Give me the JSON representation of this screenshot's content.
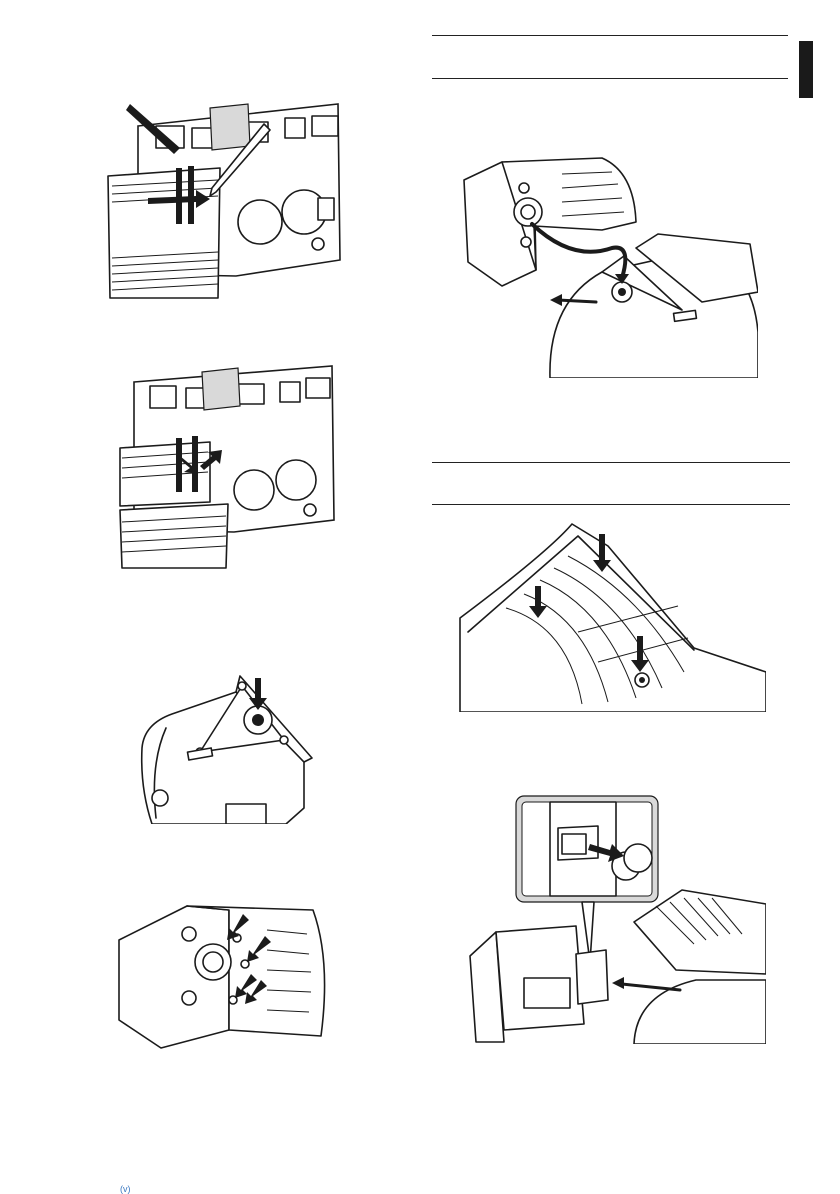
{
  "page": {
    "background": "#ffffff",
    "accent": "#1a1a1a",
    "footer_mark": "(v)"
  },
  "figures": [
    {
      "id": "fig1",
      "icon": "ribbon-cable-removal-illustration"
    },
    {
      "id": "fig2",
      "icon": "ribbon-cable-reconnect-illustration"
    },
    {
      "id": "fig3",
      "icon": "speaker-hub-screw-illustration"
    },
    {
      "id": "fig4",
      "icon": "speaker-front-screws-illustration"
    },
    {
      "id": "fig5",
      "icon": "speaker-cable-routing-illustration"
    },
    {
      "id": "fig6",
      "icon": "grille-clips-illustration"
    },
    {
      "id": "fig7",
      "icon": "connector-insert-detail-illustration"
    }
  ]
}
